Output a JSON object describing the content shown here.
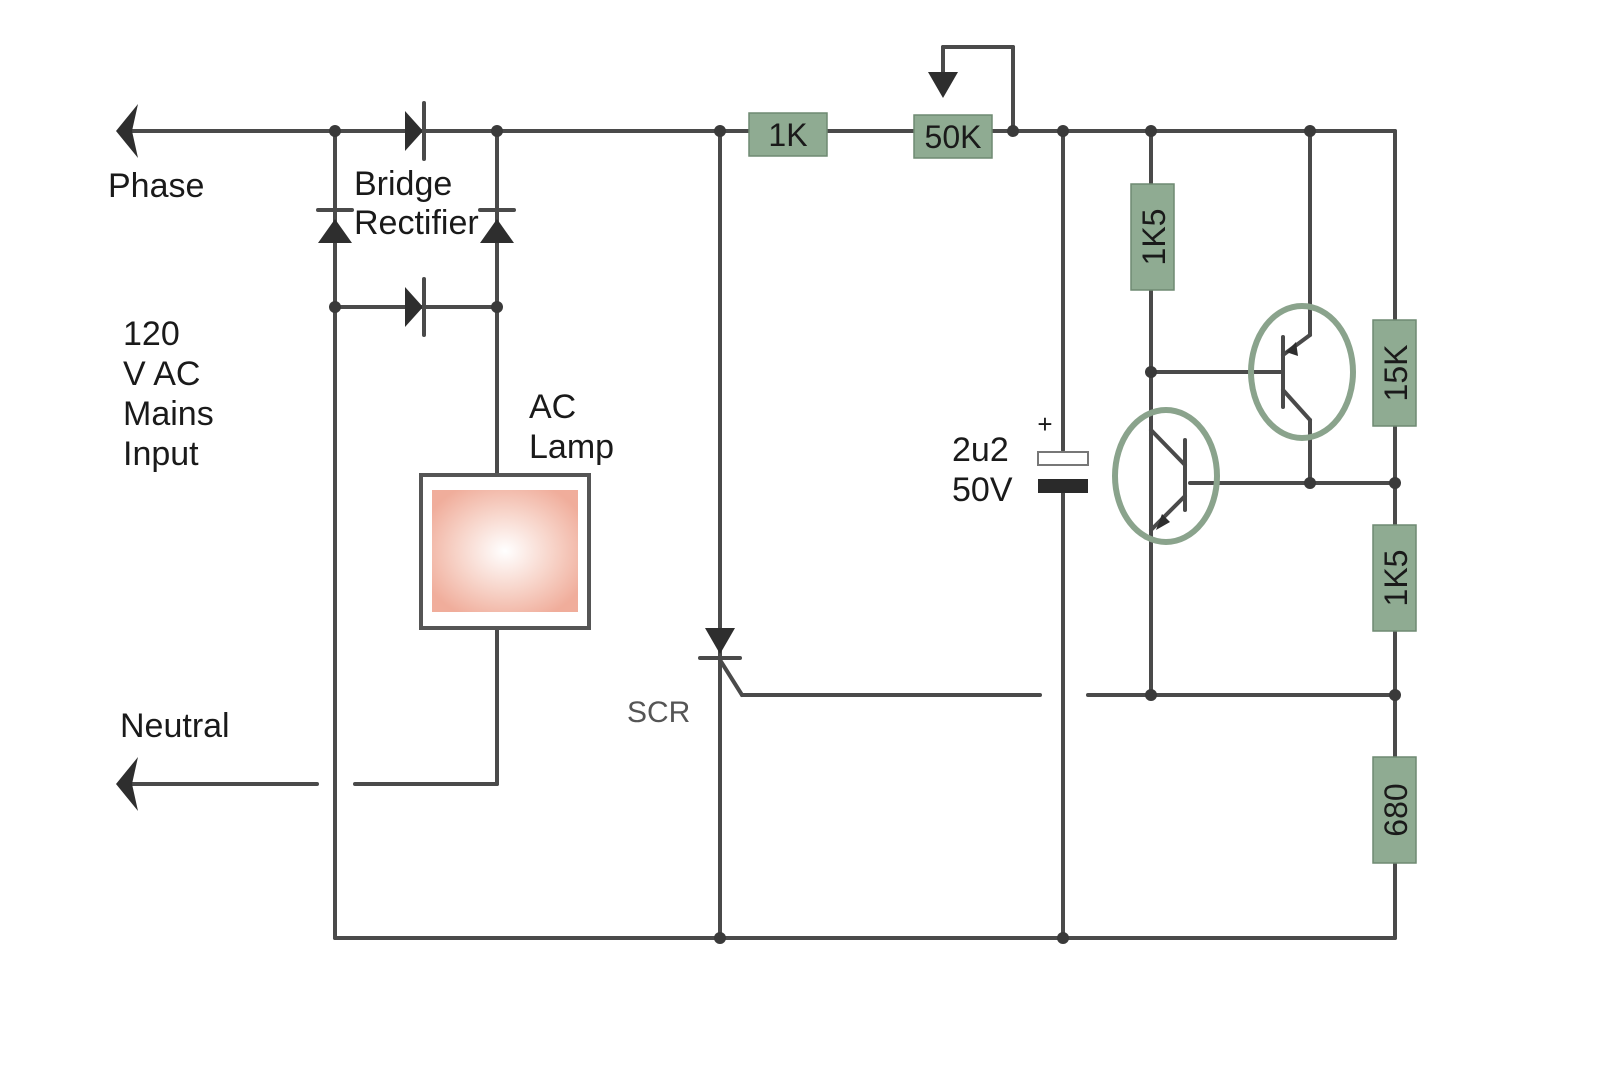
{
  "labels": {
    "phase": "Phase",
    "neutral": "Neutral",
    "bridge_line1": "Bridge",
    "bridge_line2": "Rectifier",
    "input_line1": "120",
    "input_line2": "V AC",
    "input_line3": "Mains",
    "input_line4": "Input",
    "lamp_line1": "AC",
    "lamp_line2": "Lamp",
    "cap_value": "2u2",
    "cap_voltage": "50V",
    "cap_plus": "+",
    "scr": "SCR"
  },
  "resistors": {
    "r1": "1K",
    "pot": "50K",
    "r3": "1K5",
    "r4": "15K",
    "r5": "1K5",
    "r6": "680"
  },
  "colors": {
    "resistor": "#8fab92",
    "transistor_ring": "#8aa38c",
    "wire": "#4a4a4a",
    "lamp_glow": "#f2b5a6"
  }
}
